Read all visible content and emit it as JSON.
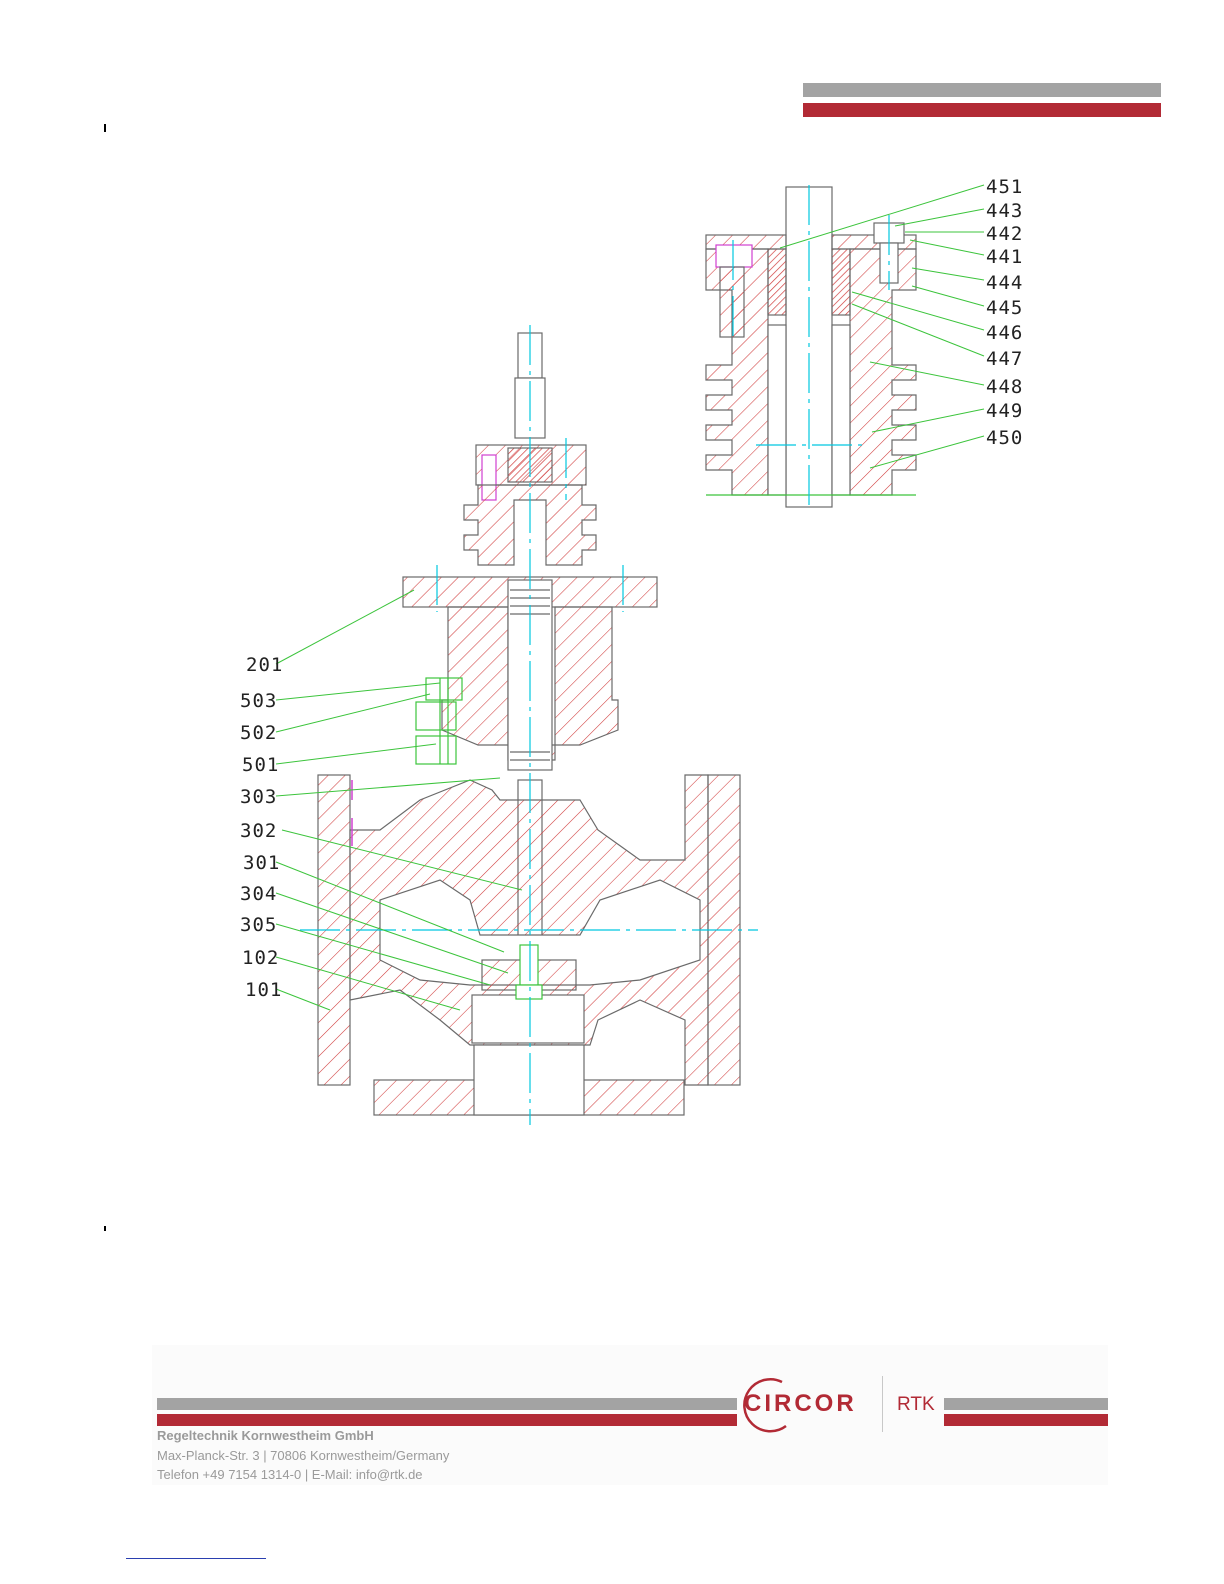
{
  "drawing": {
    "callouts_main": [
      "201",
      "503",
      "502",
      "501",
      "303",
      "302",
      "301",
      "304",
      "305",
      "102",
      "101"
    ],
    "callouts_detail": [
      "451",
      "443",
      "442",
      "441",
      "444",
      "445",
      "446",
      "447",
      "448",
      "449",
      "450"
    ]
  },
  "footer": {
    "brand": "CIRCOR",
    "brand_sub": "RTK",
    "company": "Regeltechnik Kornwestheim GmbH",
    "address": "Max-Planck-Str. 3 | 70806 Kornwestheim/Germany",
    "contact": "Telefon +49 7154 1314-0 | E-Mail: info@rtk.de"
  },
  "colors": {
    "header_gray": "#a3a3a3",
    "header_red": "#b22a35",
    "section_line": "#d03c3c",
    "centerline": "#00c8e0",
    "leader": "#3cc43c"
  }
}
